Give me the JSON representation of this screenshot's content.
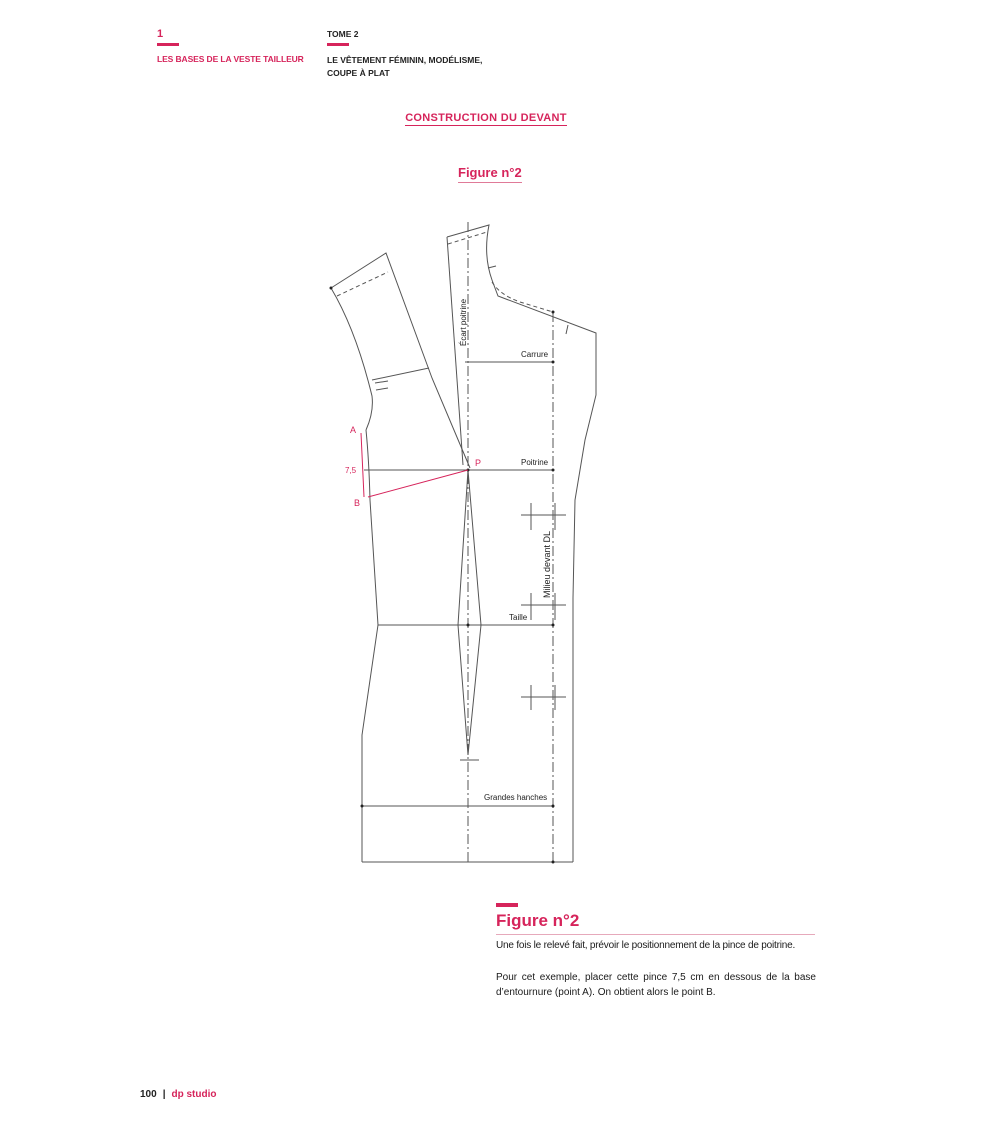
{
  "header": {
    "chapter_number": "1",
    "chapter_title": "LES BASES DE LA VESTE TAILLEUR",
    "tome": "TOME 2",
    "tome_subtitle": "LE VÊTEMENT FÉMININ,  MODÉLISME, COUPE À PLAT"
  },
  "section_title": "CONSTRUCTION DU DEVANT",
  "figure_title": "Figure n°2",
  "diagram": {
    "labels": {
      "ecart_poitrine": "Écart poitrine",
      "carrure": "Carrure",
      "poitrine": "Poitrine",
      "milieu_devant": "Milieu devant DL",
      "taille": "Taille",
      "grandes_hanches": "Grandes hanches",
      "point_a": "A",
      "point_b": "B",
      "point_p": "P",
      "measure": "7,5"
    },
    "colors": {
      "line": "#555555",
      "accent": "#d6245b"
    }
  },
  "caption": {
    "title": "Figure n°2",
    "paragraph_1": "Une fois le relevé fait, prévoir le positionnement de la pince de poitrine.",
    "paragraph_2": "Pour cet exemple, placer cette pince 7,5 cm en dessous de la base d’entournure (point A). On obtient alors le point B."
  },
  "footer": {
    "page_number": "100",
    "separator": "|",
    "brand": "dp studio"
  }
}
